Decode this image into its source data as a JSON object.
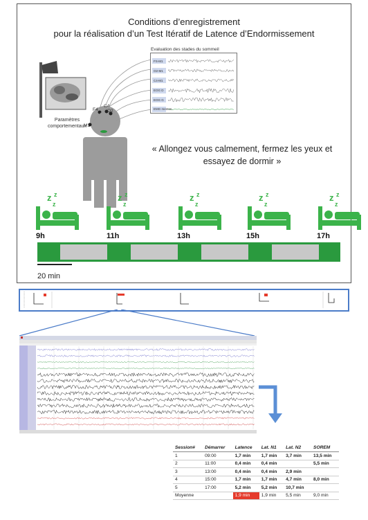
{
  "title": {
    "line1": "Conditions d’enregistrement",
    "line2": "pour la réalisation d’un Test Itératif de Latence d’Endormissement"
  },
  "eeg_panel": {
    "heading": "Evaluation des stades du sommeil",
    "channels": [
      "FS-M1",
      "O2-M1",
      "C4-M1",
      "EOG D",
      "EOG G",
      "EMG menton"
    ]
  },
  "electrodes": {
    "f4": "F4",
    "c4": "C4",
    "o2": "O2",
    "m1": "M1"
  },
  "camera_caption": {
    "line1": "Paramètres",
    "line2": "comportementaux"
  },
  "quote": {
    "line1": "« Allongez vous calmement, fermez les yeux et",
    "line2": "essayez de dormir »"
  },
  "sessions": [
    {
      "hour": "9h"
    },
    {
      "hour": "11h"
    },
    {
      "hour": "13h"
    },
    {
      "hour": "15h"
    },
    {
      "hour": "17h"
    }
  ],
  "scale_label": "20 min",
  "colors": {
    "green": "#2a9a3e",
    "bed_green": "#3bb34a",
    "grey_block": "#c8c8c8",
    "blue_frame": "#4a7bc8",
    "red": "#e53b2c",
    "arrow_blue": "#5b8fd6"
  },
  "results_table": {
    "headers": [
      "Session#",
      "Démarrer",
      "Latence",
      "Lat. N1",
      "Lat. N2",
      "SOREM"
    ],
    "rows": [
      [
        "1",
        "09:00",
        "1,7 min",
        "1,7 min",
        "3,7 min",
        "13,5 min"
      ],
      [
        "2",
        "11:00",
        "0,4 min",
        "0,4 min",
        "",
        "5,5 min"
      ],
      [
        "3",
        "13:00",
        "0,4 min",
        "0,4 min",
        "2,9 min",
        ""
      ],
      [
        "4",
        "15:00",
        "1,7 min",
        "1,7 min",
        "4,7 min",
        "8,0 min"
      ],
      [
        "5",
        "17:00",
        "5,2 min",
        "5,2 min",
        "10,7 min",
        ""
      ]
    ],
    "average": [
      "Moyenne",
      "",
      "1,9 min",
      "1,9 min",
      "5,5 min",
      "9,0 min"
    ]
  }
}
